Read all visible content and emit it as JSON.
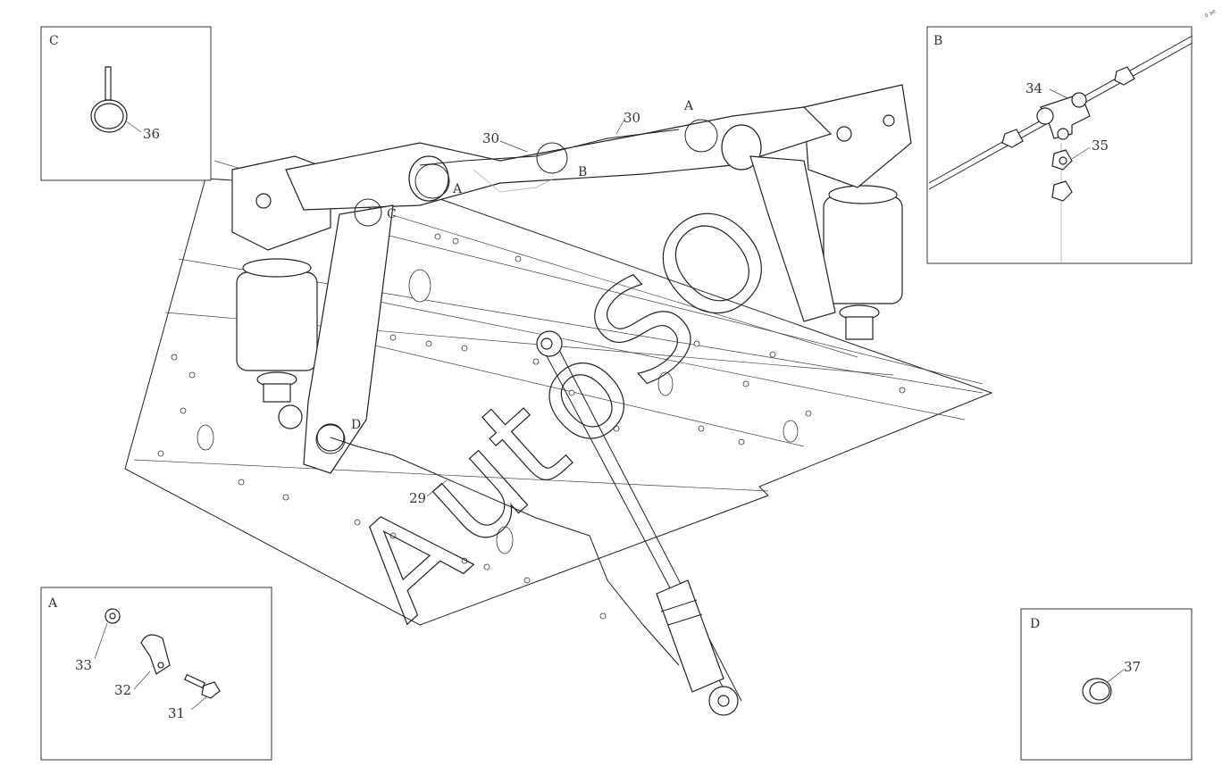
{
  "watermark": "AutoSO",
  "corner_mark": "0 ae",
  "callouts": {
    "p29": "29",
    "p30a": "30",
    "p30b": "30",
    "pA": "A",
    "pB": "B",
    "pC": "C",
    "pD": "D",
    "pA2": "A"
  },
  "insets": {
    "C": {
      "letter": "C",
      "parts": [
        "36"
      ]
    },
    "B": {
      "letter": "B",
      "parts": [
        "34",
        "35"
      ]
    },
    "A": {
      "letter": "A",
      "parts": [
        "33",
        "32",
        "31"
      ]
    },
    "D": {
      "letter": "D",
      "parts": [
        "37"
      ]
    }
  }
}
